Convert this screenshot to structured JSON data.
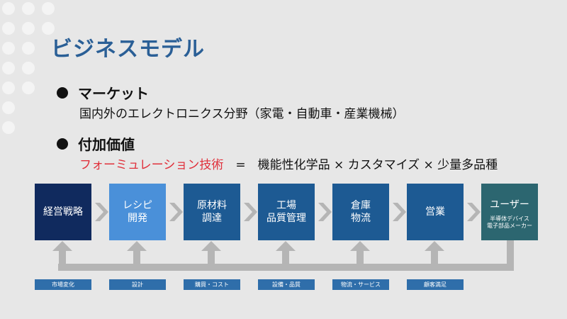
{
  "title": "ビジネスモデル",
  "bullets": [
    {
      "heading": "マーケット",
      "text": "国内外のエレクトロニクス分野（家電・自動車・産業機械）"
    },
    {
      "heading": "付加価値",
      "highlight": "フォーミュレーション技術",
      "rest": "　=　機能性化学品 × カスタマイズ × 少量多品種"
    }
  ],
  "flow": {
    "boxes": [
      {
        "line1": "経営戦略",
        "line2": "",
        "color": "#102a5e"
      },
      {
        "line1": "レシピ",
        "line2": "開発",
        "color": "#4a90d9"
      },
      {
        "line1": "原材料",
        "line2": "調達",
        "color": "#1d5a93"
      },
      {
        "line1": "工場",
        "line2": "品質管理",
        "color": "#1d5a93"
      },
      {
        "line1": "倉庫",
        "line2": "物流",
        "color": "#1d5a93"
      },
      {
        "line1": "営業",
        "line2": "",
        "color": "#1d5a93"
      },
      {
        "line1": "ユーザー",
        "line2": "",
        "small1": "半導体デバイス",
        "small2": "電子部品メーカー",
        "color": "#2c6670"
      }
    ],
    "tags": [
      "市場変化",
      "設計",
      "購買・コスト",
      "設備・品質",
      "物流・サービス",
      "顧客満足"
    ]
  },
  "colors": {
    "title": "#2a5f96",
    "highlight": "#e0303b",
    "tag": "#2f6eaa",
    "arrow": "#b5b5b5"
  }
}
